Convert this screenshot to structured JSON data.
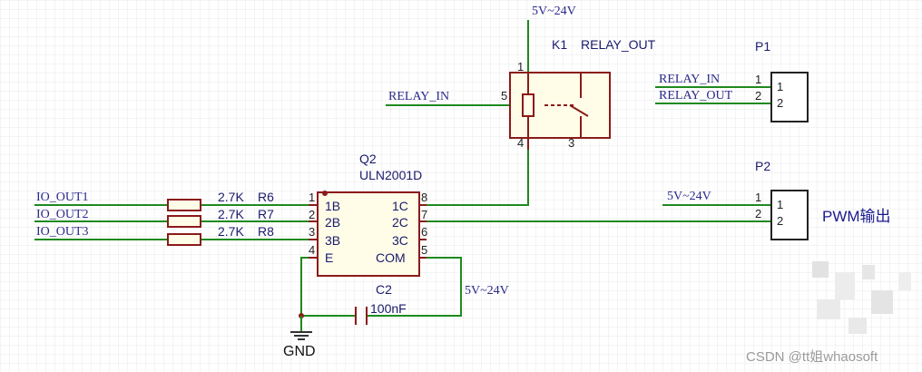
{
  "nets": {
    "supply_top": "5V~24V",
    "relay_in": "RELAY_IN",
    "io_out1": "IO_OUT1",
    "io_out2": "IO_OUT2",
    "io_out3": "IO_OUT3",
    "p1_relay_in": "RELAY_IN",
    "p1_relay_out": "RELAY_OUT",
    "p2_supply": "5V~24V",
    "com_supply": "5V~24V",
    "gnd": "GND"
  },
  "relay": {
    "ref": "K1",
    "value": "RELAY_OUT",
    "pin_coil": "5",
    "pin_a": "1",
    "pin_b": "4",
    "pin_c": "3"
  },
  "resistors": [
    {
      "ref": "R6",
      "value": "2.7K"
    },
    {
      "ref": "R7",
      "value": "2.7K"
    },
    {
      "ref": "R8",
      "value": "2.7K"
    }
  ],
  "ic": {
    "ref": "Q2",
    "value": "ULN2001D",
    "left_pins": [
      {
        "num": "1",
        "name": "1B"
      },
      {
        "num": "2",
        "name": "2B"
      },
      {
        "num": "3",
        "name": "3B"
      },
      {
        "num": "4",
        "name": "E"
      }
    ],
    "right_pins": [
      {
        "num": "8",
        "name": "1C"
      },
      {
        "num": "7",
        "name": "2C"
      },
      {
        "num": "6",
        "name": "3C"
      },
      {
        "num": "5",
        "name": "COM"
      }
    ]
  },
  "capacitor": {
    "ref": "C2",
    "value": "100nF"
  },
  "connectors": [
    {
      "ref": "P1",
      "pins": [
        "1",
        "2"
      ],
      "inner": [
        "1",
        "2"
      ]
    },
    {
      "ref": "P2",
      "pins": [
        "1",
        "2"
      ],
      "inner": [
        "1",
        "2"
      ]
    }
  ],
  "annotation_pwm": "PWM输出",
  "watermark": "CSDN @tt姐whaosoft"
}
